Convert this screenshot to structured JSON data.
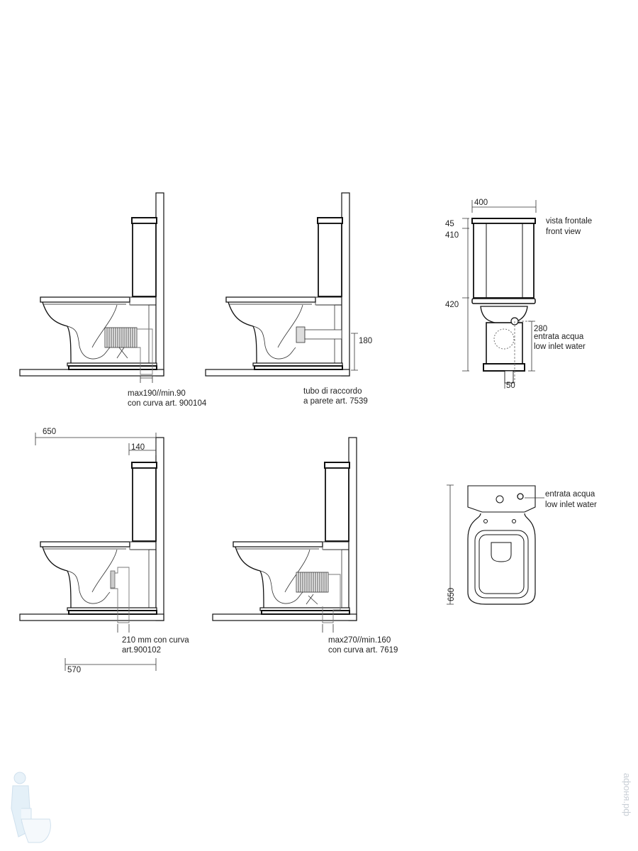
{
  "views": {
    "side_wall_outlet": {
      "note_line1": "max190//min.90",
      "note_line2": "con curva art. 900104"
    },
    "side_wall_connector": {
      "dim_height": "180",
      "note_line1": "tubo di raccordo",
      "note_line2": "a parete art. 7539"
    },
    "front_view": {
      "dim_width": "400",
      "dim_cap": "45",
      "dim_tank": "410",
      "dim_bowl": "420",
      "dim_inlet_height": "280",
      "dim_base": "50",
      "title_line1": "vista frontale",
      "title_line2": "front view",
      "inlet_line1": "entrata acqua",
      "inlet_line2": "low inlet water"
    },
    "side_floor_outlet": {
      "dim_depth": "650",
      "dim_tank_depth": "140",
      "dim_outlet": "570",
      "note_line1": "210 mm con curva",
      "note_line2": "art.900102"
    },
    "side_floor_adjustable": {
      "note_line1": "max270//min.160",
      "note_line2": "con curva art. 7619"
    },
    "top_view": {
      "dim_length": "650",
      "inlet_line1": "entrata acqua",
      "inlet_line2": "low inlet water"
    }
  },
  "watermark": {
    "site": "афоня.рф",
    "mascot": "plumber-mascot"
  }
}
